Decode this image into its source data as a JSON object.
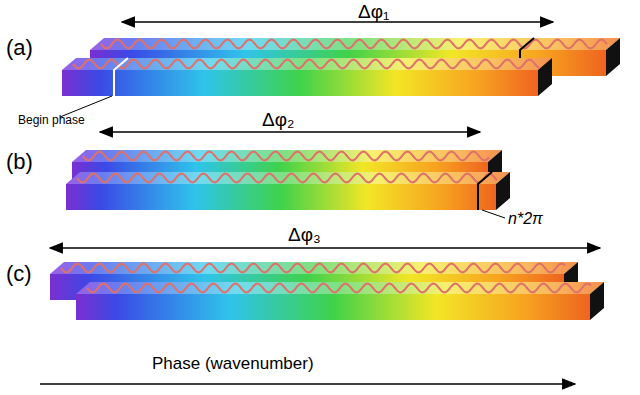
{
  "diagram": {
    "labels": [
      "(a)",
      "Δφ₁",
      "Begin phase",
      "(b)",
      "Δφ₂",
      "n*2π",
      "Δφ₃",
      "(c)",
      "Phase (wavenumber)"
    ]
  }
}
